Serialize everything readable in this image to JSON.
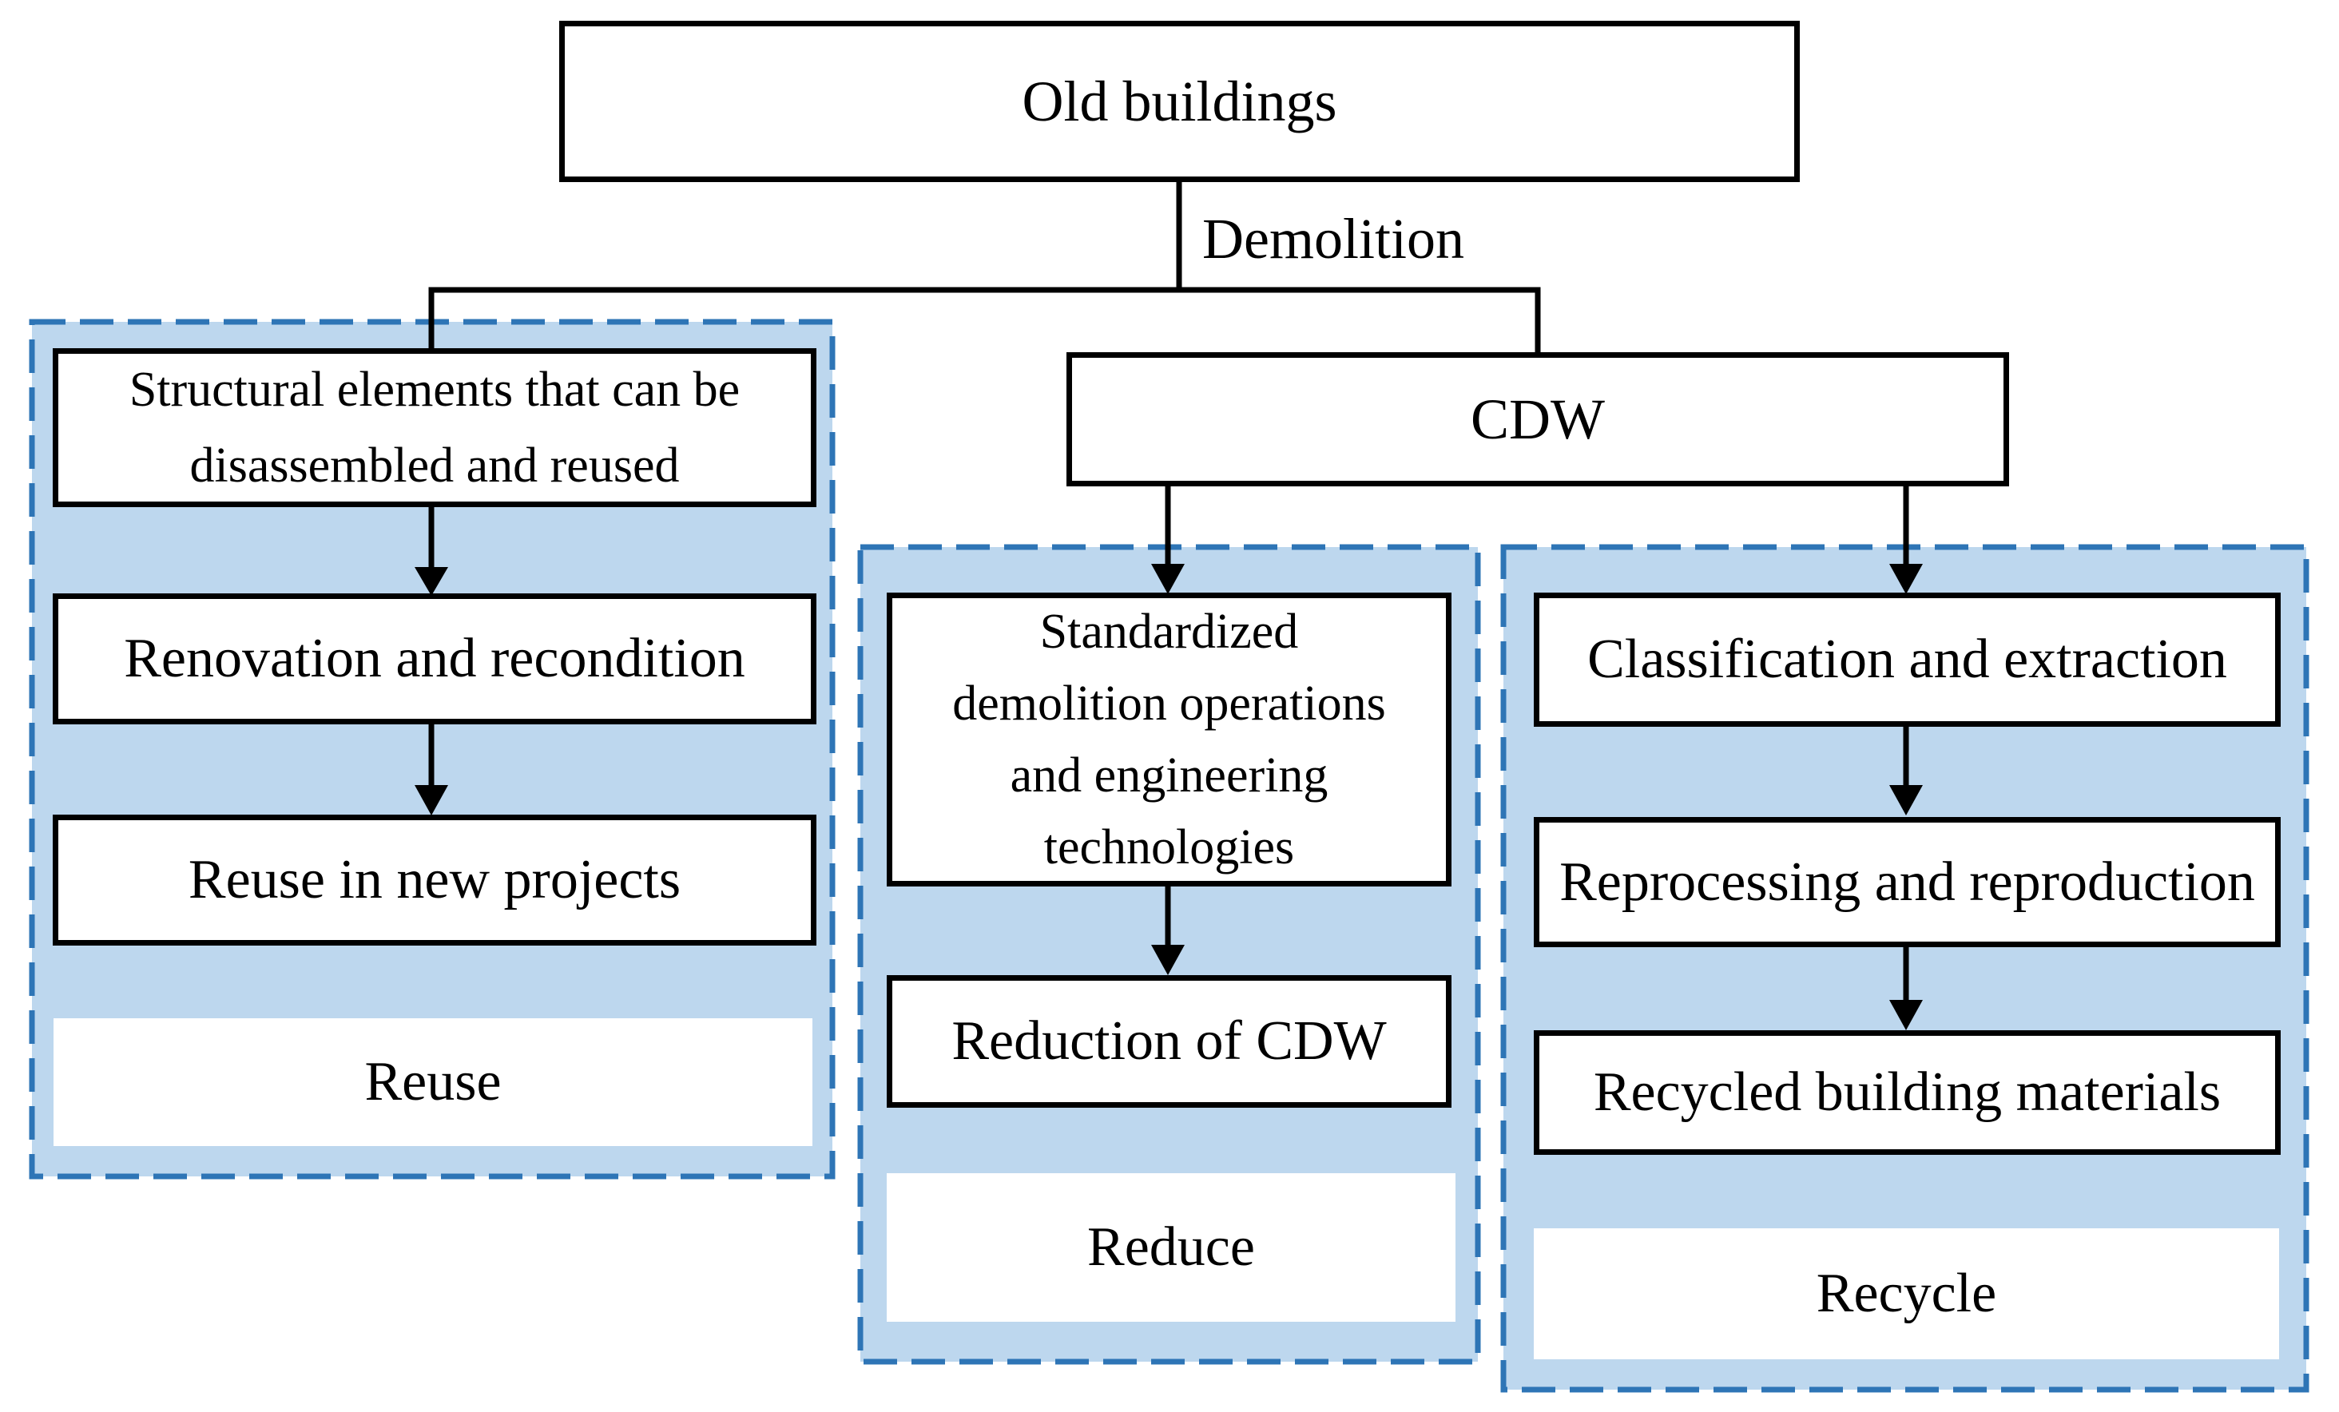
{
  "diagram": {
    "root": {
      "label": "Old buildings"
    },
    "edge": {
      "label": "Demolition"
    },
    "cdw": {
      "label": "CDW"
    },
    "reuse_branch": {
      "step_1": "Structural elements that can be\ndisassembled and reused",
      "step_2": "Renovation and recondition",
      "step_3": "Reuse in new projects",
      "outcome": "Reuse"
    },
    "reduce_branch": {
      "step_1": "Standardized\ndemolition operations\nand engineering\ntechnologies",
      "step_2": "Reduction of CDW",
      "outcome": "Reduce"
    },
    "recycle_branch": {
      "step_1": "Classification and extraction",
      "step_2": "Reprocessing and reproduction",
      "step_3": "Recycled building materials",
      "outcome": "Recycle"
    }
  },
  "colors": {
    "background": "#FFFFFF",
    "box_fill": "#FFFFFF",
    "box_border": "#000000",
    "panel_fill": "#BDD7EE",
    "panel_border": "#2E75B6",
    "connector": "#000000",
    "text": "#000000"
  }
}
